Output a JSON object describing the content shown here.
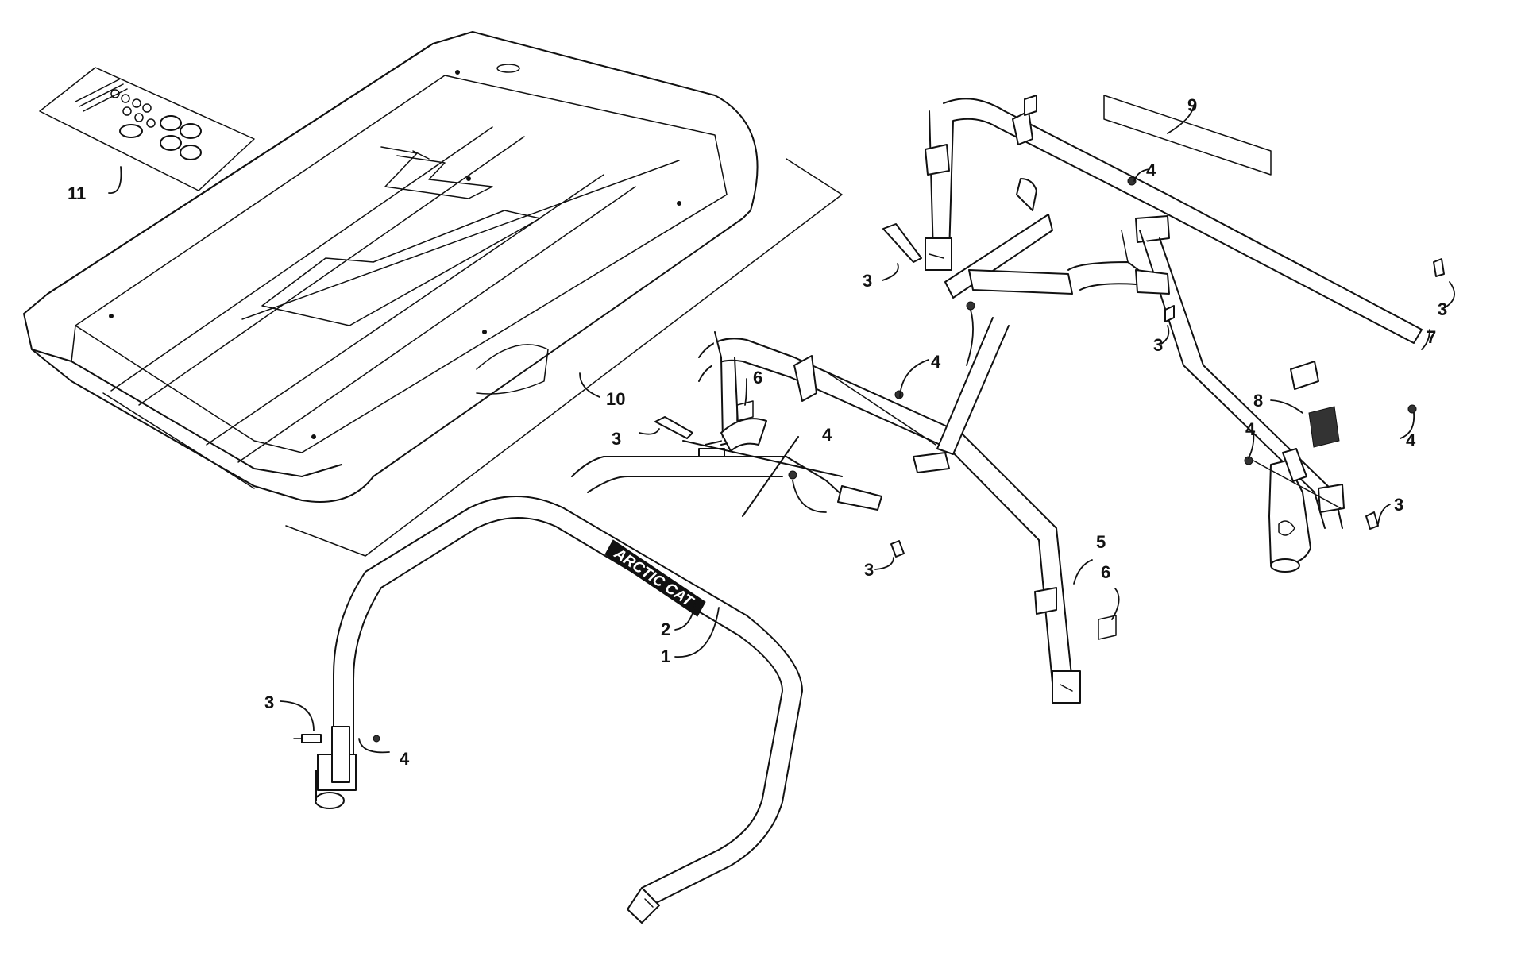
{
  "diagram": {
    "brand_decal_text": "ARCTIC CAT",
    "callouts": [
      {
        "id": "c1",
        "label": "1"
      },
      {
        "id": "c2",
        "label": "2"
      },
      {
        "id": "c3a",
        "label": "3"
      },
      {
        "id": "c3b",
        "label": "3"
      },
      {
        "id": "c3c",
        "label": "3"
      },
      {
        "id": "c3d",
        "label": "3"
      },
      {
        "id": "c3e",
        "label": "3"
      },
      {
        "id": "c3f",
        "label": "3"
      },
      {
        "id": "c3g",
        "label": "3"
      },
      {
        "id": "c4a",
        "label": "4"
      },
      {
        "id": "c4b",
        "label": "4"
      },
      {
        "id": "c4c",
        "label": "4"
      },
      {
        "id": "c4d",
        "label": "4"
      },
      {
        "id": "c4e",
        "label": "4"
      },
      {
        "id": "c4f",
        "label": "4"
      },
      {
        "id": "c5",
        "label": "5"
      },
      {
        "id": "c6a",
        "label": "6"
      },
      {
        "id": "c6b",
        "label": "6"
      },
      {
        "id": "c7",
        "label": "7"
      },
      {
        "id": "c8",
        "label": "8"
      },
      {
        "id": "c9",
        "label": "9"
      },
      {
        "id": "c10",
        "label": "10"
      },
      {
        "id": "c11",
        "label": "11"
      }
    ]
  }
}
